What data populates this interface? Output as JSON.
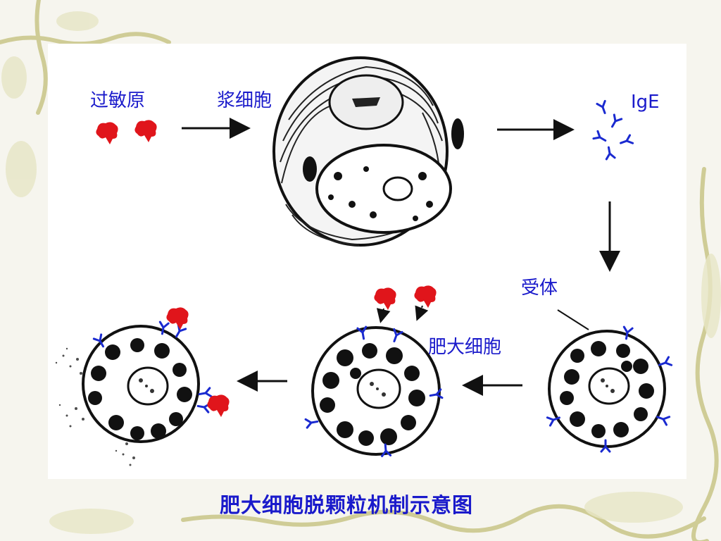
{
  "slide": {
    "caption": "肥大细胞脱颗粒机制示意图"
  },
  "labels": {
    "allergen": "过敏原",
    "plasma_cell": "浆细胞",
    "ige": "IgE",
    "receptor": "受体",
    "mast_cell": "肥大细胞"
  },
  "colors": {
    "text": "#1a1acb",
    "allergen": "#e0151b",
    "antibody": "#1a2ad0",
    "cell_line": "#111111",
    "vine": "#c9c58a"
  }
}
